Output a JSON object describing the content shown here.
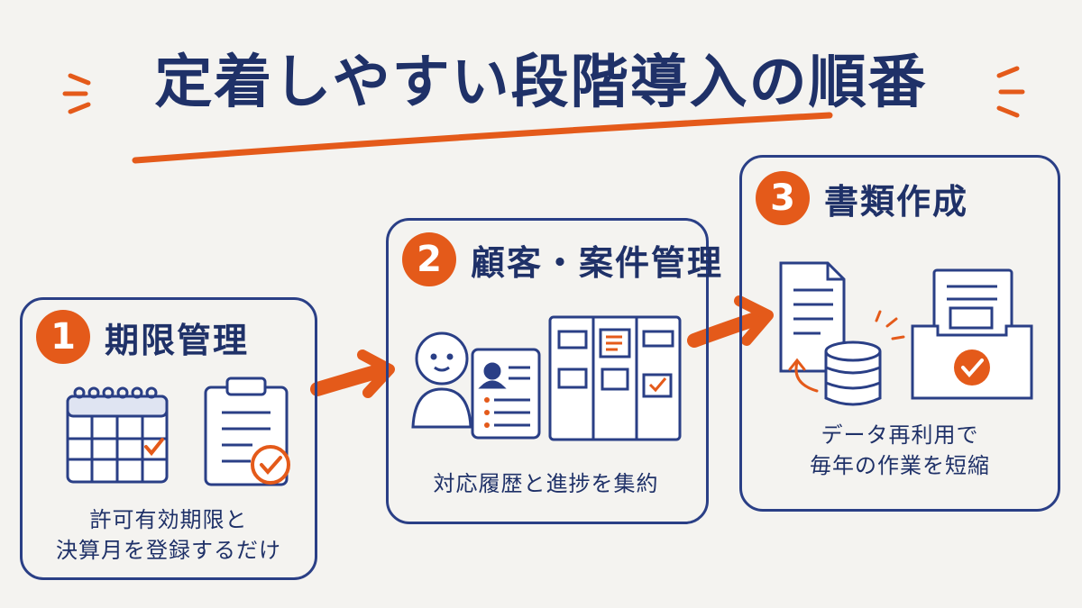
{
  "title": "定着しやすい段階導入の順番",
  "steps": [
    {
      "number": "1",
      "title": "期限管理",
      "desc_lines": [
        "許可有効期限と",
        "決算月を登録するだけ"
      ]
    },
    {
      "number": "2",
      "title": "顧客・案件管理",
      "desc_lines": [
        "対応履歴と進捗を集約"
      ]
    },
    {
      "number": "3",
      "title": "書類作成",
      "desc_lines": [
        "データ再利用で",
        "毎年の作業を短縮"
      ]
    }
  ],
  "colors": {
    "accent": "#e45a1a",
    "ink": "#1f3168",
    "background": "#f4f3f0"
  },
  "icons": [
    "calendar-icon",
    "clipboard-checklist-icon",
    "person-icon",
    "contact-card-icon",
    "kanban-board-icon",
    "document-icon",
    "database-icon",
    "inbox-tray-icon",
    "arrow-right-icon"
  ]
}
